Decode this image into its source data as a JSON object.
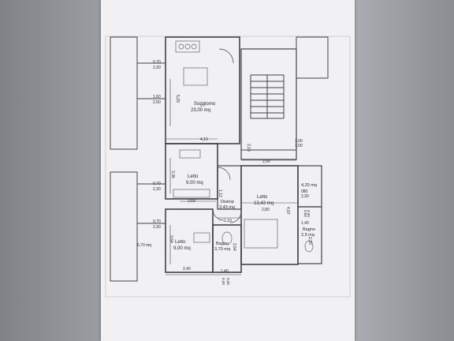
{
  "rooms": {
    "soggiorno": {
      "name": "Soggiorno",
      "area": "23,00 mq"
    },
    "letto_a": {
      "name": "Letto",
      "area": "9,00 mq"
    },
    "letto_b": {
      "name": "Letto",
      "area": "13,43 mq"
    },
    "letto_c": {
      "name": "Letto",
      "area": "9,00 mq"
    },
    "disimp": {
      "name": "Disimp",
      "area": "3,43 mq"
    },
    "bagno_a": {
      "name": "Bagno",
      "area": "3,70 mq"
    },
    "bagno_b": {
      "name": "Bagno",
      "area": "2,9 mq"
    },
    "rip": {
      "area": "4,20 mq"
    }
  },
  "dims": {
    "d070_top": "0,70",
    "d230_top": "2,30",
    "d160": "1,60",
    "d250_left": "2,50",
    "d070_mid": "0,70",
    "d230_mid": "2,30",
    "d070_bot": "0,70",
    "d230_bot": "2,30",
    "d670": "6,70 mq",
    "d529": "5,29",
    "d410": "4,10",
    "d210": "2,10",
    "d100a": "1,00",
    "d100b": "1,00",
    "d250": "2,50",
    "d336": "3,36",
    "d269": "2,69",
    "d112": "1,12",
    "d280": "2,80",
    "d497": "4,97",
    "d110": "1,10",
    "d364": "3,64",
    "d240": "2,40",
    "d140": "1,40",
    "d140r": "1,40",
    "d264": "2,64",
    "d210r": "2,10",
    "rip_top": "080",
    "rip_bot": "2,30",
    "r050": "0,50",
    "r030": "0,30",
    "bottom1": "0,30",
    "bottom2": "0,30"
  }
}
